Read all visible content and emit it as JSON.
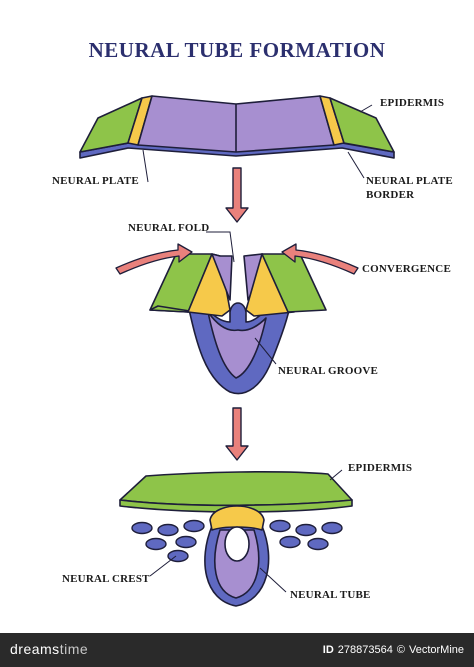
{
  "title": "NEURAL TUBE FORMATION",
  "labels": {
    "epidermis_top": "EPIDERMIS",
    "neural_plate": "NEURAL PLATE",
    "neural_plate_border_1": "NEURAL PLATE",
    "neural_plate_border_2": "BORDER",
    "neural_fold": "NEURAL FOLD",
    "convergence": "CONVERGENCE",
    "neural_groove": "NEURAL GROOVE",
    "epidermis_bottom": "EPIDERMIS",
    "neural_crest": "NEURAL CREST",
    "neural_tube": "NEURAL TUBE"
  },
  "colors": {
    "epidermis": "#8ec449",
    "neural_plate": "#a78fd0",
    "neural_plate_dark": "#5f69c1",
    "border": "#f6c94a",
    "arrow": "#e9817c",
    "outline": "#1e1e3a"
  },
  "footer": {
    "logo_left": "dreams",
    "logo_right": "time",
    "id_label": "ID",
    "id_value": "278873564",
    "credit": "VectorMine"
  }
}
